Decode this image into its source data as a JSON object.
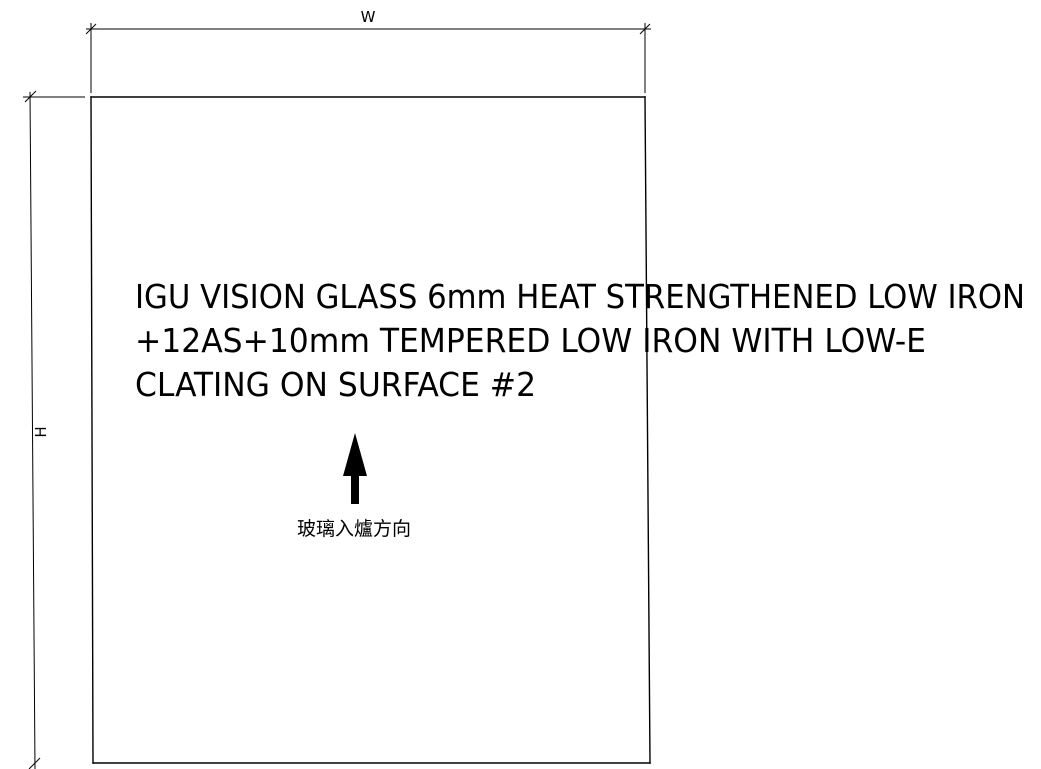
{
  "dimensions": {
    "width_label": "W",
    "height_label": "H"
  },
  "spec": {
    "line1": "IGU VISION GLASS 6mm HEAT STRENGTHENED LOW IRON",
    "line2": "+12AS+10mm TEMPERED LOW IRON WITH LOW-E",
    "line3": "CLATING ON SURFACE #2"
  },
  "direction": {
    "label": "玻璃入爐方向",
    "icon": "arrow-up-icon"
  },
  "colors": {
    "ink": "#000000",
    "paper": "#ffffff"
  }
}
